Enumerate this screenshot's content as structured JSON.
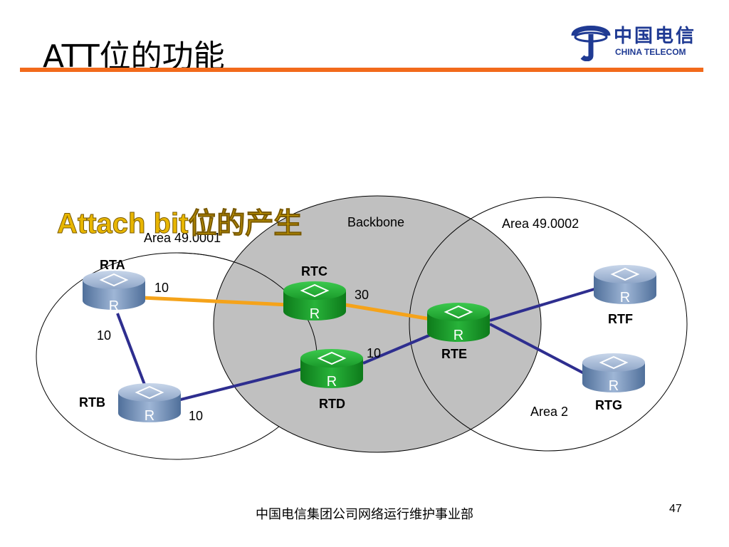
{
  "slide": {
    "title": "ATT位的功能",
    "footer": "中国电信集团公司网络运行维护事业部",
    "page_number": "47"
  },
  "logo": {
    "cn_text": "中国电信",
    "en_text": "CHINA TELECOM",
    "color": "#1f3a93"
  },
  "overlay_title": "Attach bit位的产生",
  "areas": {
    "area1": "Area 49.0001",
    "backbone": "Backbone",
    "area2_label": "Area 49.0002",
    "area2_sub": "Area 2"
  },
  "routers": {
    "rta": {
      "name": "RTA",
      "glyph": "R",
      "color": "blue"
    },
    "rtb": {
      "name": "RTB",
      "glyph": "R",
      "color": "blue"
    },
    "rtc": {
      "name": "RTC",
      "glyph": "R",
      "color": "green"
    },
    "rtd": {
      "name": "RTD",
      "glyph": "R",
      "color": "green"
    },
    "rte": {
      "name": "RTE",
      "glyph": "R",
      "color": "green"
    },
    "rtf": {
      "name": "RTF",
      "glyph": "R",
      "color": "blue"
    },
    "rtg": {
      "name": "RTG",
      "glyph": "R",
      "color": "blue"
    }
  },
  "link_metrics": {
    "rta_rtc": "10",
    "rta_rtb": "10",
    "rtb_rtd": "10",
    "rtc_rte": "30",
    "rtd_rte": "10"
  },
  "colors": {
    "accent_orange": "#f26a1b",
    "backbone_fill": "#c0c0c0",
    "link_orange": "#f5a31a",
    "link_navy": "#2e2e8f",
    "overlay_gold": "#e8b600"
  }
}
